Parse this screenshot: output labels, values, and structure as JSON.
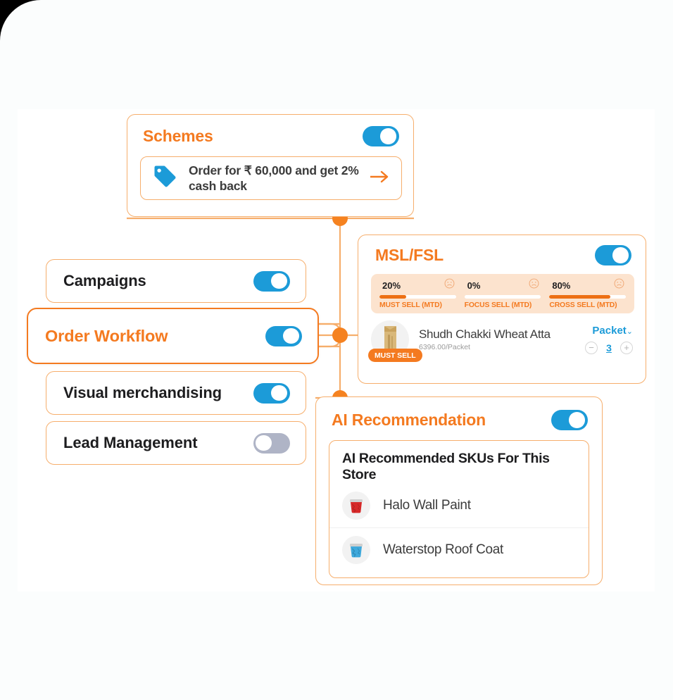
{
  "theme": {
    "orange": "#F47A20",
    "orange_border": "#F6AE6C",
    "blue": "#1C9BD8",
    "toggle_off": "#AFB4C6",
    "metrics_bg": "#FCE3CE",
    "text_dark": "#3c3c3c",
    "panel_bg": "#ffffff",
    "stage_bg": "#fbfdfd"
  },
  "schemes": {
    "title": "Schemes",
    "toggle_state": "on",
    "offer": {
      "text": "Order for ₹ 60,000 and get 2% cash back",
      "icon": "tag-icon",
      "arrow": "→"
    }
  },
  "sidebar": {
    "items": [
      {
        "label": "Campaigns",
        "toggle_state": "on",
        "active": false
      },
      {
        "label": "Order Workflow",
        "toggle_state": "on",
        "active": true
      },
      {
        "label": "Visual merchandising",
        "toggle_state": "on",
        "active": false
      },
      {
        "label": "Lead Management",
        "toggle_state": "off",
        "active": false
      }
    ]
  },
  "mslfsl": {
    "title": "MSL/FSL",
    "toggle_state": "on",
    "metrics": [
      {
        "percent": "20%",
        "fill": 35,
        "name": "MUST SELL (MTD)",
        "face": "sad-face-icon"
      },
      {
        "percent": "0%",
        "fill": 0,
        "name": "FOCUS SELL (MTD)",
        "face": "sad-face-icon"
      },
      {
        "percent": "80%",
        "fill": 80,
        "name": "CROSS SELL (MTD)",
        "face": "sad-face-icon"
      }
    ],
    "product": {
      "name": "Shudh Chakki Wheat Atta",
      "price": "6396.00/Packet",
      "badge": "MUST SELL",
      "unit": "Packet",
      "unit_chevron": "⌄",
      "quantity": "3",
      "decrement": "−",
      "increment": "+"
    }
  },
  "ai_recommendation": {
    "title": "AI Recommendation",
    "toggle_state": "on",
    "box_heading": "AI Recommended SKUs For This Store",
    "items": [
      {
        "name": "Halo Wall Paint",
        "thumb": "red-paint-bucket-icon"
      },
      {
        "name": "Waterstop Roof Coat",
        "thumb": "blue-paint-bucket-icon"
      }
    ]
  }
}
